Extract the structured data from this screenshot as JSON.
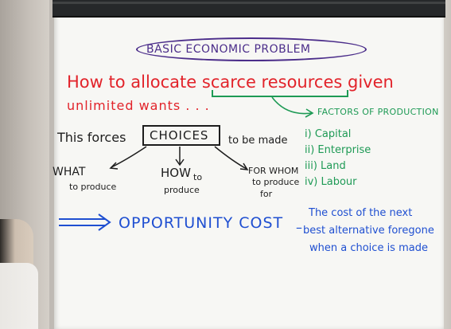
{
  "board": {
    "title": "BASIC ECONOMIC PROBLEM",
    "intro_line1": "How to allocate scarce resources given",
    "intro_line2": "unlimited wants . . .",
    "factors": {
      "heading": "FACTORS OF PRODUCTION",
      "items": [
        "i) Capital",
        "ii) Enterprise",
        "iii) Land",
        "iv) Labour"
      ]
    },
    "forces_prefix": "This forces",
    "choices": "CHOICES",
    "forces_suffix": "to be made",
    "questions": {
      "what": "WHAT",
      "what_sub": "to produce",
      "how": "HOW",
      "how_to": "to",
      "how_sub": "produce",
      "for_whom": "FOR WHOM",
      "for_whom_sub1": "to produce",
      "for_whom_sub2": "for"
    },
    "opportunity_cost": "OPPORTUNITY COST",
    "dash": "–",
    "definition": [
      "The cost of the next",
      "best alternative foregone",
      "when a choice is made"
    ]
  },
  "colors": {
    "red": "#e2232a",
    "green": "#1e9a55",
    "blue": "#1f4fd1",
    "purple": "#4b2d8a",
    "black": "#1d1d1d"
  }
}
